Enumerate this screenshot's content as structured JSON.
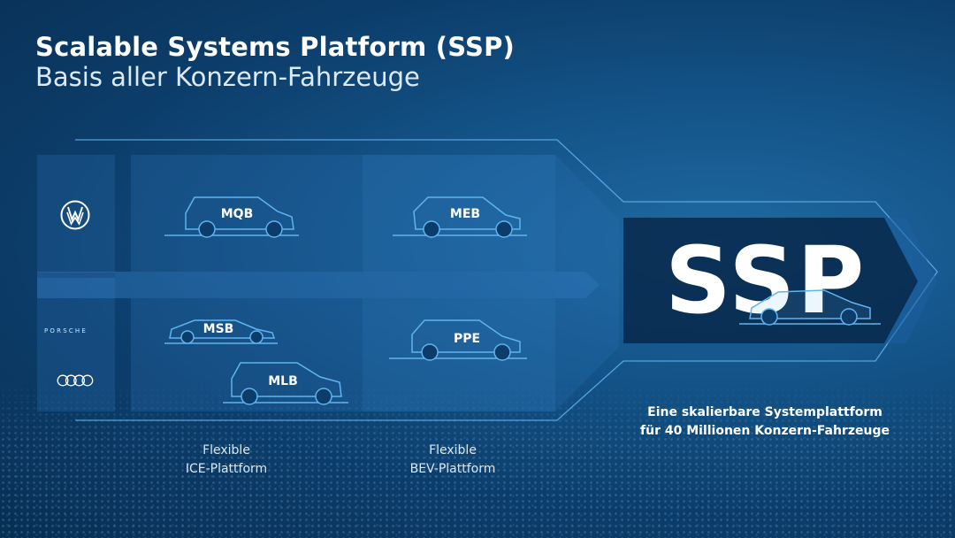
{
  "header": {
    "title": "Scalable Systems Platform (SSP)",
    "subtitle": "Basis aller Konzern-Fahrzeuge"
  },
  "brands": {
    "vw_icon": "volkswagen-logo-icon",
    "porsche": "PORSCHE",
    "audi_icon": "audi-rings-icon"
  },
  "platforms": {
    "mqb": "MQB",
    "meb": "MEB",
    "msb": "MSB",
    "mlb": "MLB",
    "ppe": "PPE"
  },
  "ssp": {
    "label": "SSP",
    "caption_line1": "Eine skalierbare Systemplattform",
    "caption_line2": "für 40 Millionen Konzern-Fahrzeuge"
  },
  "captions": {
    "ice_line1": "Flexible",
    "ice_line2": "ICE-Plattform",
    "bev_line1": "Flexible",
    "bev_line2": "BEV-Plattform"
  },
  "colors": {
    "background": "#0c3d6a",
    "accent_line": "#5fb4ef",
    "panel": "#2a74b3"
  }
}
